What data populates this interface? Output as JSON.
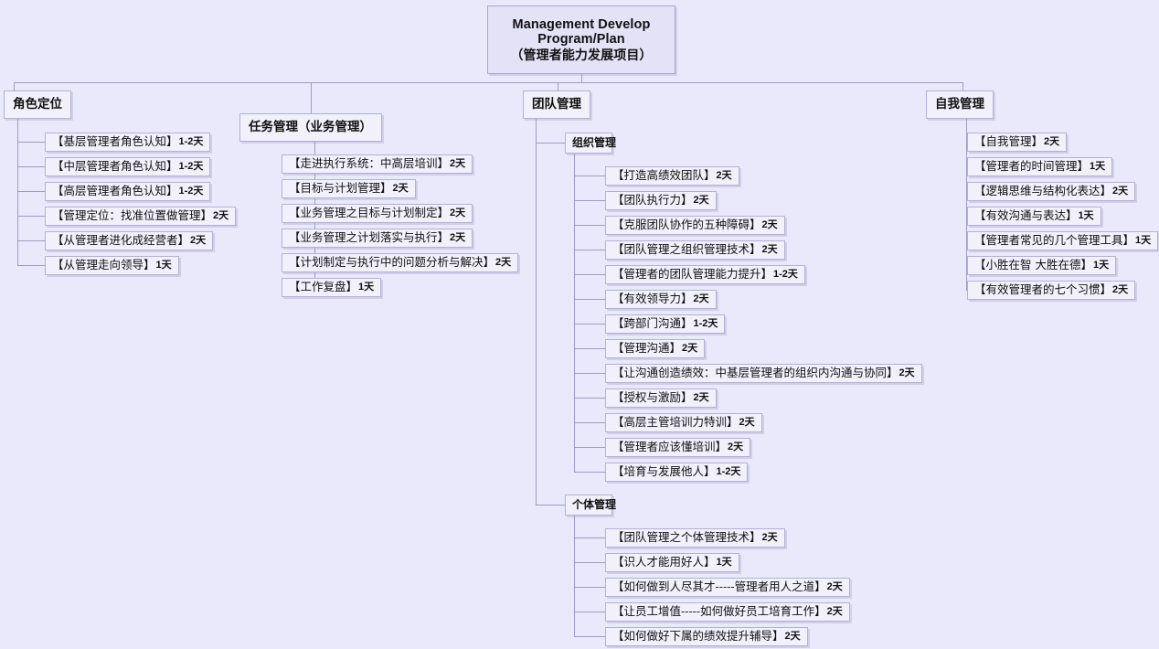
{
  "diagram": {
    "title_line1": "Management Develop",
    "title_line2": "Program/Plan",
    "title_line3": "（管理者能力发展项目）",
    "background_color": "#eae8fb",
    "node_fill": "#f1f0fb",
    "node_border": "#b3b1d6",
    "line_color": "#9d9cc8"
  },
  "branches": {
    "role": {
      "label": "角色定位",
      "items": [
        {
          "text": "【基层管理者角色认知】",
          "days": "1-2天"
        },
        {
          "text": "【中层管理者角色认知】",
          "days": "1-2天"
        },
        {
          "text": "【高层管理者角色认知】",
          "days": "1-2天"
        },
        {
          "text": "【管理定位：找准位置做管理】",
          "days": "2天"
        },
        {
          "text": "【从管理者进化成经营者】",
          "days": "2天"
        },
        {
          "text": "【从管理走向领导】",
          "days": "1天"
        }
      ]
    },
    "task": {
      "label": "任务管理（业务管理）",
      "items": [
        {
          "text": "【走进执行系统：中高层培训】",
          "days": "2天"
        },
        {
          "text": "【目标与计划管理】",
          "days": "2天"
        },
        {
          "text": "【业务管理之目标与计划制定】",
          "days": "2天"
        },
        {
          "text": "【业务管理之计划落实与执行】",
          "days": "2天"
        },
        {
          "text": "【计划制定与执行中的问题分析与解决】",
          "days": "2天"
        },
        {
          "text": "【工作复盘】",
          "days": "1天"
        }
      ]
    },
    "team": {
      "label": "团队管理",
      "groups": [
        {
          "label": "组织管理",
          "items": [
            {
              "text": "【打造高绩效团队】",
              "days": "2天"
            },
            {
              "text": "【团队执行力】",
              "days": "2天"
            },
            {
              "text": "【克服团队协作的五种障碍】",
              "days": "2天"
            },
            {
              "text": "【团队管理之组织管理技术】",
              "days": "2天"
            },
            {
              "text": "【管理者的团队管理能力提升】",
              "days": "1-2天"
            },
            {
              "text": "【有效领导力】",
              "days": "2天"
            },
            {
              "text": "【跨部门沟通】",
              "days": "1-2天"
            },
            {
              "text": "【管理沟通】",
              "days": "2天"
            },
            {
              "text": "【让沟通创造绩效：中基层管理者的组织内沟通与协同】",
              "days": "2天"
            },
            {
              "text": "【授权与激励】",
              "days": "2天"
            },
            {
              "text": "【高层主管培训力特训】",
              "days": "2天"
            },
            {
              "text": "【管理者应该懂培训】",
              "days": "2天"
            },
            {
              "text": "【培育与发展他人】",
              "days": "1-2天"
            }
          ]
        },
        {
          "label": "个体管理",
          "items": [
            {
              "text": "【团队管理之个体管理技术】",
              "days": "2天"
            },
            {
              "text": "【识人才能用好人】",
              "days": "1天"
            },
            {
              "text": "【如何做到人尽其才-----管理者用人之道】",
              "days": "2天"
            },
            {
              "text": "【让员工增值-----如何做好员工培育工作】",
              "days": "2天"
            },
            {
              "text": "【如何做好下属的绩效提升辅导】",
              "days": "2天"
            }
          ]
        }
      ]
    },
    "self": {
      "label": "自我管理",
      "items": [
        {
          "text": "【自我管理】",
          "days": "2天"
        },
        {
          "text": "【管理者的时间管理】",
          "days": "1天"
        },
        {
          "text": "【逻辑思维与结构化表达】",
          "days": "2天"
        },
        {
          "text": "【有效沟通与表达】",
          "days": "1天"
        },
        {
          "text": "【管理者常见的几个管理工具】",
          "days": "1天"
        },
        {
          "text": "【小胜在智 大胜在德】",
          "days": "1天"
        },
        {
          "text": "【有效管理者的七个习惯】",
          "days": "2天"
        }
      ]
    }
  }
}
